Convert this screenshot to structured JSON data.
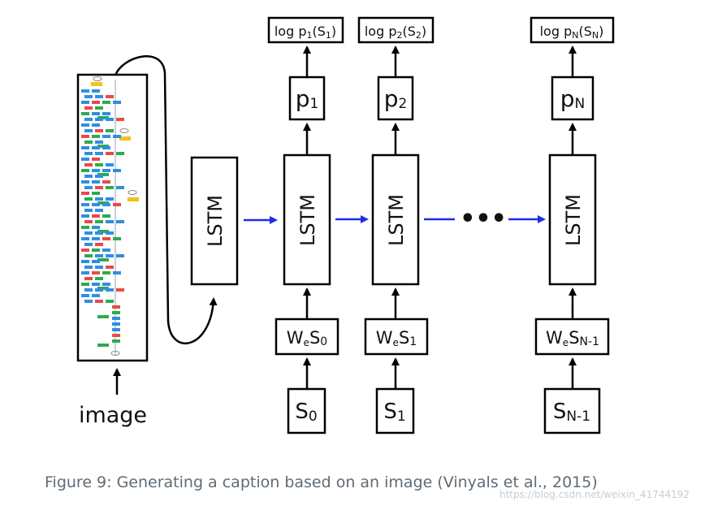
{
  "diagram": {
    "image_label": "image",
    "lstm_label": "LSTM",
    "ellipsis": "•••",
    "columns": [
      {
        "output": {
          "base": "log p",
          "sub": "1",
          "mid": "(S",
          "sub2": "1",
          "end": ")"
        },
        "prob": {
          "base": "p",
          "sub": "1"
        },
        "embed": {
          "w": "W",
          "e": "e",
          "s": "S",
          "sub": "0"
        },
        "input": {
          "base": "S",
          "sub": "0"
        }
      },
      {
        "output": {
          "base": "log p",
          "sub": "2",
          "mid": "(S",
          "sub2": "2",
          "end": ")"
        },
        "prob": {
          "base": "p",
          "sub": "2"
        },
        "embed": {
          "w": "W",
          "e": "e",
          "s": "S",
          "sub": "1"
        },
        "input": {
          "base": "S",
          "sub": "1"
        }
      },
      {
        "output": {
          "base": "log p",
          "sub": "N",
          "mid": "(S",
          "sub2": "N",
          "end": ")"
        },
        "prob": {
          "base": "p",
          "sub": "N"
        },
        "embed": {
          "w": "W",
          "e": "e",
          "s": "S",
          "sub": "N-1"
        },
        "input": {
          "base": "S",
          "sub": "N-1"
        }
      }
    ]
  },
  "caption": "Figure 9: Generating a caption based on an image (Vinyals et al., 2015)",
  "watermark": "https://blog.csdn.net/weixin_41744192",
  "colors": {
    "recurrent_arrow": "#1f2de6",
    "caption_text": "#5f6b75"
  }
}
